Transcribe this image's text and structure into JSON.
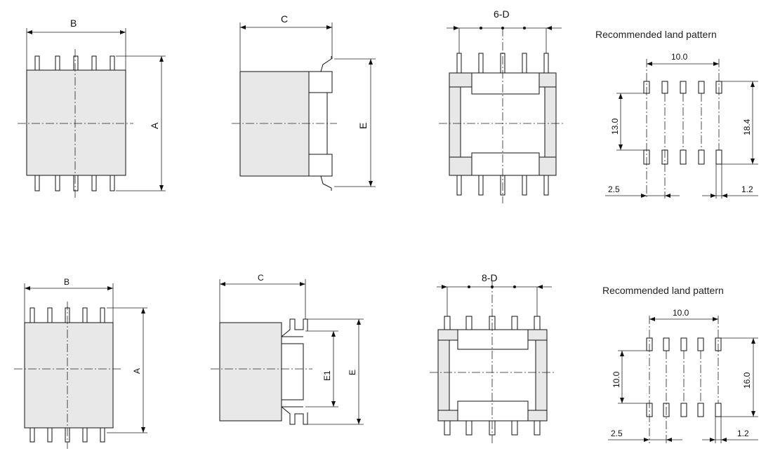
{
  "top": {
    "front": {
      "width_label": "B",
      "height_label": "A"
    },
    "side": {
      "depth_label": "C",
      "pin_span_label": "E"
    },
    "bottom": {
      "pitch_label": "6-D"
    },
    "land_pattern": {
      "title": "Recommended land pattern",
      "pitch_total": "10.0",
      "row_spacing": "13.0",
      "outer_span": "18.4",
      "pad_pitch": "2.5",
      "pad_width": "1.2"
    }
  },
  "bottom_row": {
    "front": {
      "width_label": "B",
      "height_label": "A"
    },
    "side": {
      "depth_label": "C",
      "inner_span_label": "E1",
      "pin_span_label": "E"
    },
    "bottom": {
      "pitch_label": "8-D"
    },
    "land_pattern": {
      "title": "Recommended land pattern",
      "pitch_total": "10.0",
      "row_spacing": "10.0",
      "outer_span": "16.0",
      "pad_pitch": "2.5",
      "pad_width": "1.2"
    }
  }
}
